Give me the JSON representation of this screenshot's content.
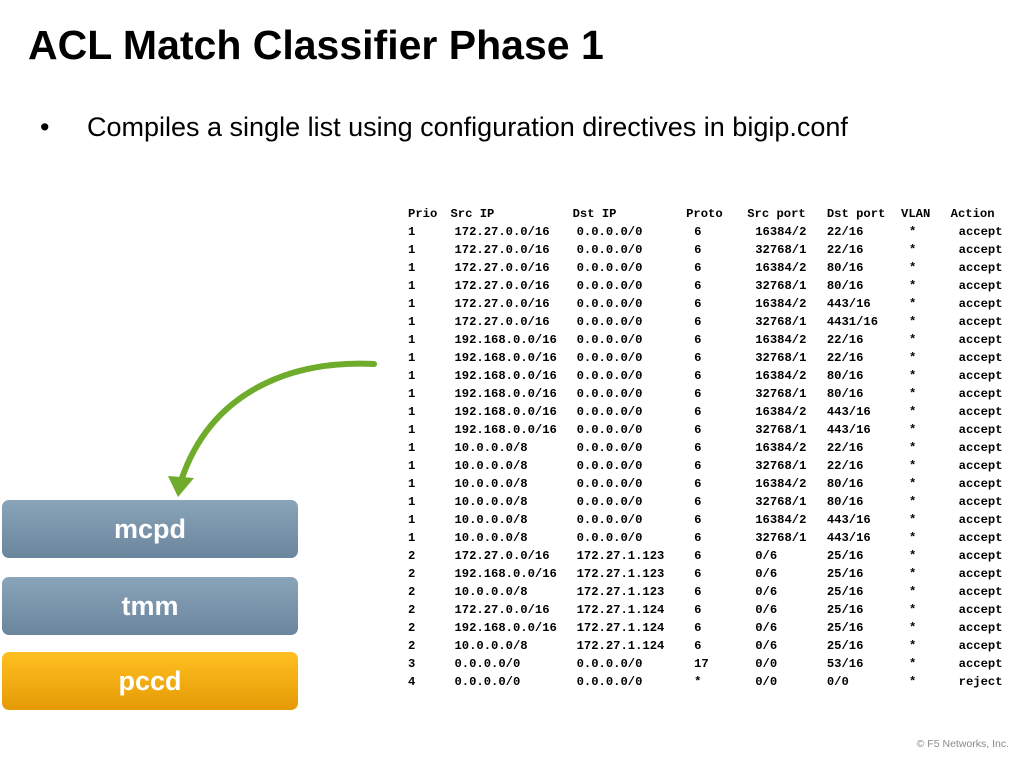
{
  "slide": {
    "title": "ACL Match Classifier Phase 1",
    "bullets": [
      {
        "marker": "•",
        "text": "Compiles a single list using configuration directives in bigip.conf"
      }
    ],
    "copyright": "© F5 Networks, Inc."
  },
  "acl_table": {
    "headers": [
      "Prio",
      "Src IP",
      "Dst IP",
      "Proto",
      "Src port",
      "Dst port",
      "VLAN",
      "Action"
    ],
    "rows": [
      [
        "1",
        "172.27.0.0/16",
        "0.0.0.0/0",
        "6",
        "16384/2",
        "22/16",
        "*",
        "accept"
      ],
      [
        "1",
        "172.27.0.0/16",
        "0.0.0.0/0",
        "6",
        "32768/1",
        "22/16",
        "*",
        "accept"
      ],
      [
        "1",
        "172.27.0.0/16",
        "0.0.0.0/0",
        "6",
        "16384/2",
        "80/16",
        "*",
        "accept"
      ],
      [
        "1",
        "172.27.0.0/16",
        "0.0.0.0/0",
        "6",
        "32768/1",
        "80/16",
        "*",
        "accept"
      ],
      [
        "1",
        "172.27.0.0/16",
        "0.0.0.0/0",
        "6",
        "16384/2",
        "443/16",
        "*",
        "accept"
      ],
      [
        "1",
        "172.27.0.0/16",
        "0.0.0.0/0",
        "6",
        "32768/1",
        "4431/16",
        "*",
        "accept"
      ],
      [
        "1",
        "192.168.0.0/16",
        "0.0.0.0/0",
        "6",
        "16384/2",
        "22/16",
        "*",
        "accept"
      ],
      [
        "1",
        "192.168.0.0/16",
        "0.0.0.0/0",
        "6",
        "32768/1",
        "22/16",
        "*",
        "accept"
      ],
      [
        "1",
        "192.168.0.0/16",
        "0.0.0.0/0",
        "6",
        "16384/2",
        "80/16",
        "*",
        "accept"
      ],
      [
        "1",
        "192.168.0.0/16",
        "0.0.0.0/0",
        "6",
        "32768/1",
        "80/16",
        "*",
        "accept"
      ],
      [
        "1",
        "192.168.0.0/16",
        "0.0.0.0/0",
        "6",
        "16384/2",
        "443/16",
        "*",
        "accept"
      ],
      [
        "1",
        "192.168.0.0/16",
        "0.0.0.0/0",
        "6",
        "32768/1",
        "443/16",
        "*",
        "accept"
      ],
      [
        "1",
        "10.0.0.0/8",
        "0.0.0.0/0",
        "6",
        "16384/2",
        "22/16",
        "*",
        "accept"
      ],
      [
        "1",
        "10.0.0.0/8",
        "0.0.0.0/0",
        "6",
        "32768/1",
        "22/16",
        "*",
        "accept"
      ],
      [
        "1",
        "10.0.0.0/8",
        "0.0.0.0/0",
        "6",
        "16384/2",
        "80/16",
        "*",
        "accept"
      ],
      [
        "1",
        "10.0.0.0/8",
        "0.0.0.0/0",
        "6",
        "32768/1",
        "80/16",
        "*",
        "accept"
      ],
      [
        "1",
        "10.0.0.0/8",
        "0.0.0.0/0",
        "6",
        "16384/2",
        "443/16",
        "*",
        "accept"
      ],
      [
        "1",
        "10.0.0.0/8",
        "0.0.0.0/0",
        "6",
        "32768/1",
        "443/16",
        "*",
        "accept"
      ],
      [
        "2",
        "172.27.0.0/16",
        "172.27.1.123",
        "6",
        "0/6",
        "25/16",
        "*",
        "accept"
      ],
      [
        "2",
        "192.168.0.0/16",
        "172.27.1.123",
        "6",
        "0/6",
        "25/16",
        "*",
        "accept"
      ],
      [
        "2",
        "10.0.0.0/8",
        "172.27.1.123",
        "6",
        "0/6",
        "25/16",
        "*",
        "accept"
      ],
      [
        "2",
        "172.27.0.0/16",
        "172.27.1.124",
        "6",
        "0/6",
        "25/16",
        "*",
        "accept"
      ],
      [
        "2",
        "192.168.0.0/16",
        "172.27.1.124",
        "6",
        "0/6",
        "25/16",
        "*",
        "accept"
      ],
      [
        "2",
        "10.0.0.0/8",
        "172.27.1.124",
        "6",
        "0/6",
        "25/16",
        "*",
        "accept"
      ],
      [
        "3",
        "0.0.0.0/0",
        "0.0.0.0/0",
        "17",
        "0/0",
        "53/16",
        "*",
        "accept"
      ],
      [
        "4",
        "0.0.0.0/0",
        "0.0.0.0/0",
        "*",
        "0/0",
        "0/0",
        "*",
        "reject"
      ]
    ]
  },
  "stack": [
    {
      "label": "mcpd",
      "color": "#7b96ad"
    },
    {
      "label": "tmm",
      "color": "#7b96ad"
    },
    {
      "label": "pccd",
      "color": "#f6ad12"
    }
  ],
  "arrow": {
    "color": "#6fac2b",
    "icon": "curved-arrow-icon"
  }
}
